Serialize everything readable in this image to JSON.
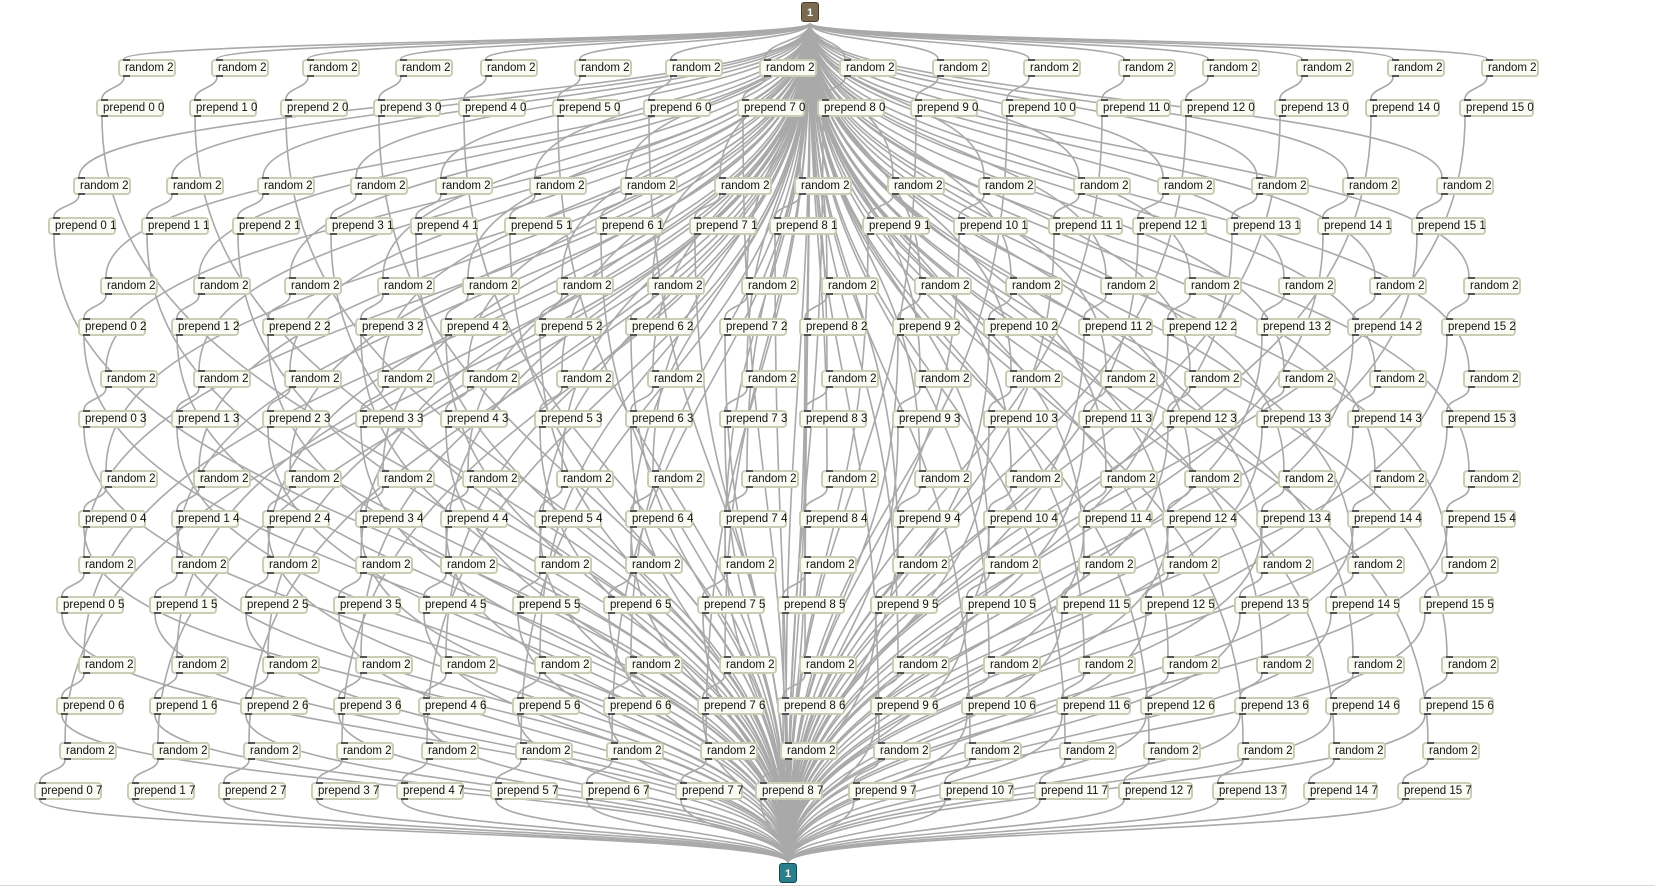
{
  "patcher": {
    "inlet": {
      "label": "1",
      "color": "#7a6a52"
    },
    "outlet": {
      "label": "1",
      "color": "#2a7f8a"
    },
    "object_boxes": [
      {
        "random": "random 2",
        "prepend": "prepend 0 0"
      },
      {
        "random": "random 2",
        "prepend": "prepend 1 0"
      },
      {
        "random": "random 2",
        "prepend": "prepend 2 0"
      },
      {
        "random": "random 2",
        "prepend": "prepend 3 0"
      },
      {
        "random": "random 2",
        "prepend": "prepend 4 0"
      },
      {
        "random": "random 2",
        "prepend": "prepend 5 0"
      },
      {
        "random": "random 2",
        "prepend": "prepend 6 0"
      },
      {
        "random": "random 2",
        "prepend": "prepend 7 0"
      },
      {
        "random": "random 2",
        "prepend": "prepend 8 0"
      },
      {
        "random": "random 2",
        "prepend": "prepend 9 0"
      },
      {
        "random": "random 2",
        "prepend": "prepend 10 0"
      },
      {
        "random": "random 2",
        "prepend": "prepend 11 0"
      },
      {
        "random": "random 2",
        "prepend": "prepend 12 0"
      },
      {
        "random": "random 2",
        "prepend": "prepend 13 0"
      },
      {
        "random": "random 2",
        "prepend": "prepend 14 0"
      },
      {
        "random": "random 2",
        "prepend": "prepend 15 0"
      },
      {
        "random": "random 2",
        "prepend": "prepend 0 1"
      },
      {
        "random": "random 2",
        "prepend": "prepend 1 1"
      },
      {
        "random": "random 2",
        "prepend": "prepend 2 1"
      },
      {
        "random": "random 2",
        "prepend": "prepend 3 1"
      },
      {
        "random": "random 2",
        "prepend": "prepend 4 1"
      },
      {
        "random": "random 2",
        "prepend": "prepend 5 1"
      },
      {
        "random": "random 2",
        "prepend": "prepend 6 1"
      },
      {
        "random": "random 2",
        "prepend": "prepend 7 1"
      },
      {
        "random": "random 2",
        "prepend": "prepend 8 1"
      },
      {
        "random": "random 2",
        "prepend": "prepend 9 1"
      },
      {
        "random": "random 2",
        "prepend": "prepend 10 1"
      },
      {
        "random": "random 2",
        "prepend": "prepend 11 1"
      },
      {
        "random": "random 2",
        "prepend": "prepend 12 1"
      },
      {
        "random": "random 2",
        "prepend": "prepend 13 1"
      },
      {
        "random": "random 2",
        "prepend": "prepend 14 1"
      },
      {
        "random": "random 2",
        "prepend": "prepend 15 1"
      },
      {
        "random": "random 2",
        "prepend": "prepend 0 2"
      },
      {
        "random": "random 2",
        "prepend": "prepend 1 2"
      },
      {
        "random": "random 2",
        "prepend": "prepend 2 2"
      },
      {
        "random": "random 2",
        "prepend": "prepend 3 2"
      },
      {
        "random": "random 2",
        "prepend": "prepend 4 2"
      },
      {
        "random": "random 2",
        "prepend": "prepend 5 2"
      },
      {
        "random": "random 2",
        "prepend": "prepend 6 2"
      },
      {
        "random": "random 2",
        "prepend": "prepend 7 2"
      },
      {
        "random": "random 2",
        "prepend": "prepend 8 2"
      },
      {
        "random": "random 2",
        "prepend": "prepend 9 2"
      },
      {
        "random": "random 2",
        "prepend": "prepend 10 2"
      },
      {
        "random": "random 2",
        "prepend": "prepend 11 2"
      },
      {
        "random": "random 2",
        "prepend": "prepend 12 2"
      },
      {
        "random": "random 2",
        "prepend": "prepend 13 2"
      },
      {
        "random": "random 2",
        "prepend": "prepend 14 2"
      },
      {
        "random": "random 2",
        "prepend": "prepend 15 2"
      },
      {
        "random": "random 2",
        "prepend": "prepend 0 3"
      },
      {
        "random": "random 2",
        "prepend": "prepend 1 3"
      },
      {
        "random": "random 2",
        "prepend": "prepend 2 3"
      },
      {
        "random": "random 2",
        "prepend": "prepend 3 3"
      },
      {
        "random": "random 2",
        "prepend": "prepend 4 3"
      },
      {
        "random": "random 2",
        "prepend": "prepend 5 3"
      },
      {
        "random": "random 2",
        "prepend": "prepend 6 3"
      },
      {
        "random": "random 2",
        "prepend": "prepend 7 3"
      },
      {
        "random": "random 2",
        "prepend": "prepend 8 3"
      },
      {
        "random": "random 2",
        "prepend": "prepend 9 3"
      },
      {
        "random": "random 2",
        "prepend": "prepend 10 3"
      },
      {
        "random": "random 2",
        "prepend": "prepend 11 3"
      },
      {
        "random": "random 2",
        "prepend": "prepend 12 3"
      },
      {
        "random": "random 2",
        "prepend": "prepend 13 3"
      },
      {
        "random": "random 2",
        "prepend": "prepend 14 3"
      },
      {
        "random": "random 2",
        "prepend": "prepend 15 3"
      },
      {
        "random": "random 2",
        "prepend": "prepend 0 4"
      },
      {
        "random": "random 2",
        "prepend": "prepend 1 4"
      },
      {
        "random": "random 2",
        "prepend": "prepend 2 4"
      },
      {
        "random": "random 2",
        "prepend": "prepend 3 4"
      },
      {
        "random": "random 2",
        "prepend": "prepend 4 4"
      },
      {
        "random": "random 2",
        "prepend": "prepend 5 4"
      },
      {
        "random": "random 2",
        "prepend": "prepend 6 4"
      },
      {
        "random": "random 2",
        "prepend": "prepend 7 4"
      },
      {
        "random": "random 2",
        "prepend": "prepend 8 4"
      },
      {
        "random": "random 2",
        "prepend": "prepend 9 4"
      },
      {
        "random": "random 2",
        "prepend": "prepend 10 4"
      },
      {
        "random": "random 2",
        "prepend": "prepend 11 4"
      },
      {
        "random": "random 2",
        "prepend": "prepend 12 4"
      },
      {
        "random": "random 2",
        "prepend": "prepend 13 4"
      },
      {
        "random": "random 2",
        "prepend": "prepend 14 4"
      },
      {
        "random": "random 2",
        "prepend": "prepend 15 4"
      },
      {
        "random": "random 2",
        "prepend": "prepend 0 5"
      },
      {
        "random": "random 2",
        "prepend": "prepend 1 5"
      },
      {
        "random": "random 2",
        "prepend": "prepend 2 5"
      },
      {
        "random": "random 2",
        "prepend": "prepend 3 5"
      },
      {
        "random": "random 2",
        "prepend": "prepend 4 5"
      },
      {
        "random": "random 2",
        "prepend": "prepend 5 5"
      },
      {
        "random": "random 2",
        "prepend": "prepend 6 5"
      },
      {
        "random": "random 2",
        "prepend": "prepend 7 5"
      },
      {
        "random": "random 2",
        "prepend": "prepend 8 5"
      },
      {
        "random": "random 2",
        "prepend": "prepend 9 5"
      },
      {
        "random": "random 2",
        "prepend": "prepend 10 5"
      },
      {
        "random": "random 2",
        "prepend": "prepend 11 5"
      },
      {
        "random": "random 2",
        "prepend": "prepend 12 5"
      },
      {
        "random": "random 2",
        "prepend": "prepend 13 5"
      },
      {
        "random": "random 2",
        "prepend": "prepend 14 5"
      },
      {
        "random": "random 2",
        "prepend": "prepend 15 5"
      },
      {
        "random": "random 2",
        "prepend": "prepend 0 6"
      },
      {
        "random": "random 2",
        "prepend": "prepend 1 6"
      },
      {
        "random": "random 2",
        "prepend": "prepend 2 6"
      },
      {
        "random": "random 2",
        "prepend": "prepend 3 6"
      },
      {
        "random": "random 2",
        "prepend": "prepend 4 6"
      },
      {
        "random": "random 2",
        "prepend": "prepend 5 6"
      },
      {
        "random": "random 2",
        "prepend": "prepend 6 6"
      },
      {
        "random": "random 2",
        "prepend": "prepend 7 6"
      },
      {
        "random": "random 2",
        "prepend": "prepend 8 6"
      },
      {
        "random": "random 2",
        "prepend": "prepend 9 6"
      },
      {
        "random": "random 2",
        "prepend": "prepend 10 6"
      },
      {
        "random": "random 2",
        "prepend": "prepend 11 6"
      },
      {
        "random": "random 2",
        "prepend": "prepend 12 6"
      },
      {
        "random": "random 2",
        "prepend": "prepend 13 6"
      },
      {
        "random": "random 2",
        "prepend": "prepend 14 6"
      },
      {
        "random": "random 2",
        "prepend": "prepend 15 6"
      },
      {
        "random": "random 2",
        "prepend": "prepend 0 7"
      },
      {
        "random": "random 2",
        "prepend": "prepend 1 7"
      },
      {
        "random": "random 2",
        "prepend": "prepend 2 7"
      },
      {
        "random": "random 2",
        "prepend": "prepend 3 7"
      },
      {
        "random": "random 2",
        "prepend": "prepend 4 7"
      },
      {
        "random": "random 2",
        "prepend": "prepend 5 7"
      },
      {
        "random": "random 2",
        "prepend": "prepend 6 7"
      },
      {
        "random": "random 2",
        "prepend": "prepend 7 7"
      },
      {
        "random": "random 2",
        "prepend": "prepend 8 7"
      },
      {
        "random": "random 2",
        "prepend": "prepend 9 7"
      },
      {
        "random": "random 2",
        "prepend": "prepend 10 7"
      },
      {
        "random": "random 2",
        "prepend": "prepend 11 7"
      },
      {
        "random": "random 2",
        "prepend": "prepend 12 7"
      },
      {
        "random": "random 2",
        "prepend": "prepend 13 7"
      },
      {
        "random": "random 2",
        "prepend": "prepend 14 7"
      },
      {
        "random": "random 2",
        "prepend": "prepend 15 7"
      }
    ],
    "colors": {
      "patch_cord": "#a9a9a9",
      "box_border": "#c9cdb5",
      "box_fill": "#fbfbf4"
    }
  }
}
